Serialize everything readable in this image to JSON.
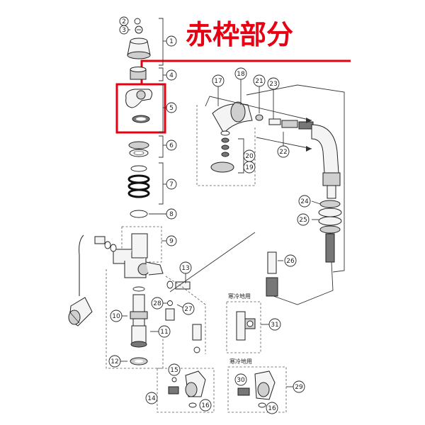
{
  "heading": "赤枠部分",
  "accent_color": "#e60012",
  "labels": [
    {
      "id": "p1",
      "text": "1"
    },
    {
      "id": "p2",
      "text": "2"
    },
    {
      "id": "p3",
      "text": "3"
    },
    {
      "id": "p4",
      "text": "4"
    },
    {
      "id": "p5",
      "text": "5"
    },
    {
      "id": "p6",
      "text": "6"
    },
    {
      "id": "p7",
      "text": "7"
    },
    {
      "id": "p8",
      "text": "8"
    },
    {
      "id": "p9",
      "text": "9"
    },
    {
      "id": "p10",
      "text": "10"
    },
    {
      "id": "p11",
      "text": "11"
    },
    {
      "id": "p12",
      "text": "12"
    },
    {
      "id": "p13",
      "text": "13"
    },
    {
      "id": "p14",
      "text": "14"
    },
    {
      "id": "p15",
      "text": "15"
    },
    {
      "id": "p16a",
      "text": "16"
    },
    {
      "id": "p16b",
      "text": "16"
    },
    {
      "id": "p17",
      "text": "17"
    },
    {
      "id": "p18",
      "text": "18"
    },
    {
      "id": "p19",
      "text": "19"
    },
    {
      "id": "p20",
      "text": "20"
    },
    {
      "id": "p21",
      "text": "21"
    },
    {
      "id": "p22",
      "text": "22"
    },
    {
      "id": "p23",
      "text": "23"
    },
    {
      "id": "p24",
      "text": "24"
    },
    {
      "id": "p25",
      "text": "25"
    },
    {
      "id": "p26",
      "text": "26"
    },
    {
      "id": "p27",
      "text": "27"
    },
    {
      "id": "p28",
      "text": "28"
    },
    {
      "id": "p29",
      "text": "29"
    },
    {
      "id": "p30",
      "text": "30"
    },
    {
      "id": "p31",
      "text": "31"
    }
  ],
  "area_labels": {
    "cold_region_1": "寒冷地用",
    "cold_region_2": "寒冷地用"
  }
}
